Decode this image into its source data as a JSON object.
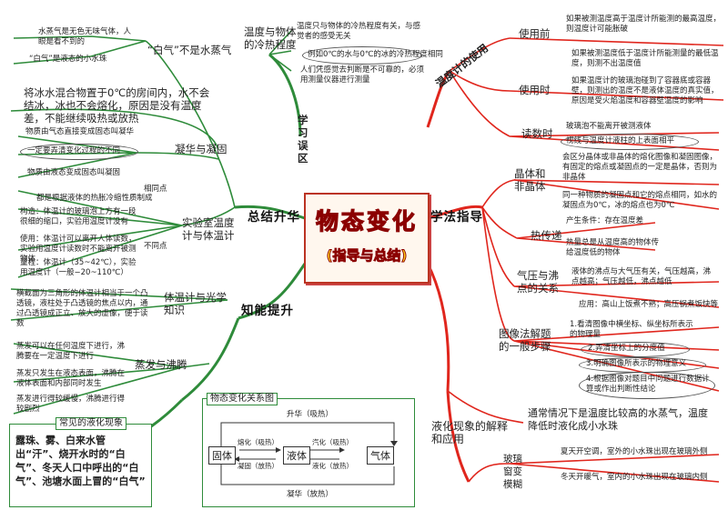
{
  "center": {
    "title": "物态变化",
    "subtitle": "(指导与总结)"
  },
  "branches": {
    "summary": "总结升华",
    "method": "学法指导",
    "knowledge": "知能提升",
    "misconceptions": "学习误区",
    "thermometer": "温度计的使用"
  },
  "misconceptions": {
    "white_gas": {
      "label": "“白气”不是水蒸气",
      "item1": "水蒸气是无色无味气体，人眼是看不到的",
      "item2": "“白气”是液态的小水珠"
    },
    "ice_water": "将冰水混合物置于0℃的房间内，水不会结冰，冰也不会熔化，原因是没有温度差，不能继续吸热或放热",
    "condense": {
      "label": "凝华与凝固",
      "item1": "物质由气态直接变成固态叫凝华",
      "item2": "一定要弄清变化过程的不同",
      "item3": "物质由液态变成固态叫凝固"
    },
    "cooling": {
      "label": "温度与物体的冷热程度",
      "item1": "温度只与物体的冷热程度有关，与感觉者的感受无关",
      "item2": "例如0℃的水与0℃的冰的冷热程度相同",
      "item3": "人们凭感觉去判断是不可靠的，必须用测量仪器进行测量"
    }
  },
  "summary_side": {
    "lab_thermo": {
      "label": "实验室温度计与体温计",
      "same_tag": "相同点",
      "same": "都是根据液体的热胀冷缩性质制成",
      "diff_tag": "不同点",
      "d1": "构造：体温计的玻璃泡上方有一段很细的缩口，实验用温度计没有",
      "d2": "使用：体温计可以离开人体读数，实验用温度计读数时不能离开被测物体",
      "d3": "量程：体温计（35~42℃），实验用温度计（一般−20~110℃）"
    },
    "optics": {
      "label": "体温计与光学知识",
      "text": "横截面为三角形的体温计相当于一个凸透镜，液柱处于凸透镜的焦点以内，通过凸透镜成正立、放大的虚像，便于读数"
    },
    "boiling": {
      "label": "蒸发与沸腾",
      "i1": "蒸发可以在任何温度下进行，沸腾要在一定温度下进行",
      "i2": "蒸发只发生在液态表面，沸腾在液体表面和内部同时发生",
      "i3": "蒸发进行得较缓慢，沸腾进行得较剧烈"
    },
    "liquefy": {
      "label": "常见的液化现象",
      "text": "露珠、雾、白来水管出“汗”、烧开水时的“白气”、冬天人口中呼出的“白气”、池塘水面上冒的“白气”"
    }
  },
  "phase_diagram": {
    "title": "物态变化关系图",
    "top": "升华（吸热）",
    "bottom": "凝华（放热）",
    "solid": "固体",
    "liquid": "液体",
    "gas": "气体",
    "melt": "熔化（吸热）",
    "freeze": "凝固（放热）",
    "vapor": "汽化（吸热）",
    "cond": "液化（放热）"
  },
  "method_side": {
    "use_before": {
      "label": "使用前",
      "i1": "如果被测温度高于温度计所能测的最高温度，则温度计可能胀破",
      "i2": "如果被测温度低于温度计所能测量的最低温度，则测不出温度值"
    },
    "in_use": {
      "label": "使用时",
      "text": "如果温度计的玻璃泡碰到了容器底或容器壁，则测出的温度不是液体温度的真实值，原因是受火焰温度和容器壁温度的影响"
    },
    "reading": {
      "label": "读数时",
      "i1": "玻璃泡不能离开被测液体",
      "i2": "视线与温度计液柱的上表面相平"
    },
    "crystal": {
      "label": "晶体和非晶体",
      "i1": "会区分晶体或非晶体的熔化图像和凝固图像，有固定的熔点或凝固点的一定是晶体，否则为非晶体",
      "i2": "同一种物质的凝固点和它的熔点相同，如水的凝固点为0℃，冰的熔点也为0℃"
    },
    "heat": {
      "label": "热传递",
      "i1": "产生条件：存在温度差",
      "i2": "热量总是从温度高的物体传给温度低的物体"
    },
    "pressure": {
      "label": "气压与沸点的关系",
      "i1": "液体的沸点与大气压有关，气压越高，沸点越高；气压越低，沸点越低",
      "i2": "应用：高山上饭煮不熟；高压锅煮饭快等"
    },
    "graph": {
      "label": "图像法解题的一般步骤",
      "s1": "1.看清图像中横坐标、纵坐标所表示的物理量",
      "s2": "2.弄清坐标上的分度值",
      "s3": "3.明确图像所表示的物理意义",
      "s4": "4.根据图像对题目中问题进行数据计算或作出判断性结论"
    },
    "liquefaction": {
      "label": "液化现象的解释和应用",
      "text": "通常情况下是温度比较高的水蒸气，温度降低时液化成小水珠"
    },
    "fog": {
      "label": "玻璃窗变模糊",
      "i1": "夏天开空调，室外的小水珠出现在玻璃外侧",
      "i2": "冬天开暖气，室内的小水珠出现在玻璃内侧"
    }
  },
  "colors": {
    "left_branch": "#2e8b3a",
    "right_branch": "#e0261d",
    "center_border": "#b32222",
    "title_fill": "#ffcc1a"
  }
}
